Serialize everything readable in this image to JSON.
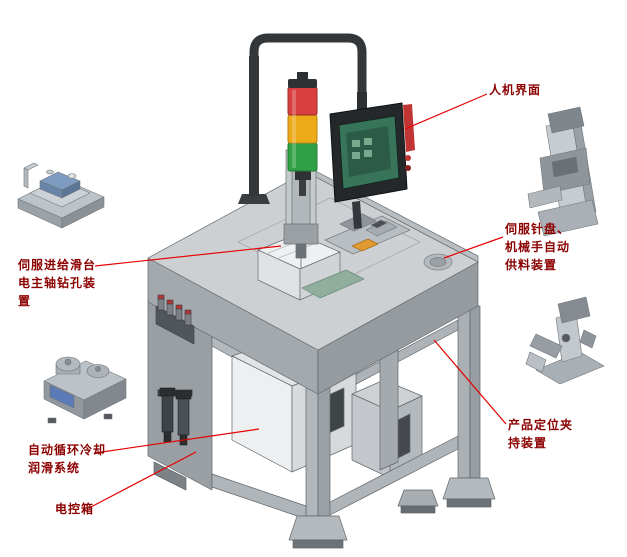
{
  "page": {
    "background": "#ffffff",
    "type": "machine-callout-diagram"
  },
  "colors": {
    "callout_line": "#e60000",
    "label_text": "#8b0000",
    "tower_red": "#d84040",
    "tower_amber": "#eca918",
    "tower_green": "#2fa043",
    "screen_green": "#38745a",
    "machine_light_gray": "#ccd0d3",
    "machine_mid_gray": "#a4a9ad",
    "machine_dark_gray": "#565c60",
    "tank_white": "#edeff0"
  },
  "callouts": {
    "hmi": {
      "label": "人机界面"
    },
    "feeder": {
      "label": "伺服针盘、\n机械手自动\n供料装置"
    },
    "clamp": {
      "label": "产品定位夹\n持装置"
    },
    "spindle": {
      "label": "伺服进给滑台\n电主轴钻孔装\n置"
    },
    "cooling": {
      "label": "自动循环冷却\n润滑系统"
    },
    "control_box": {
      "label": "电控箱"
    }
  }
}
